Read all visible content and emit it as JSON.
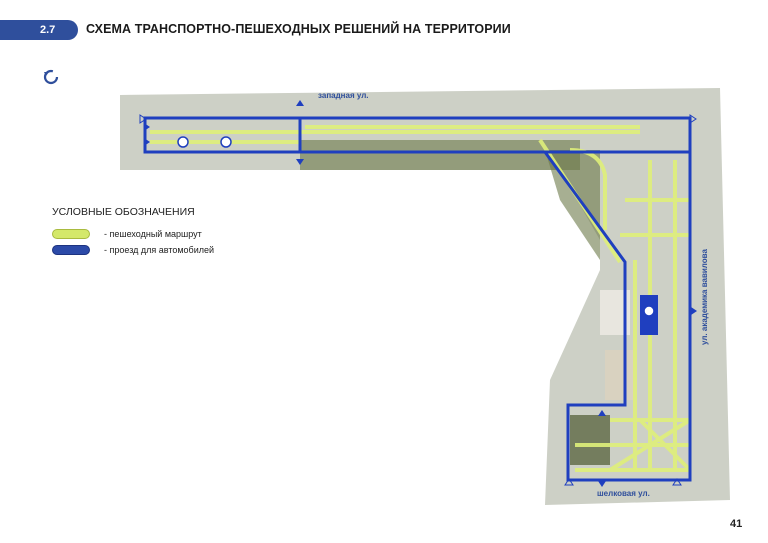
{
  "header": {
    "section_number": "2.7",
    "title": "СХЕМА ТРАНСПОРТНО-ПЕШЕХОДНЫХ РЕШЕНИЙ НА ТЕРРИТОРИИ"
  },
  "toolbar": {
    "refresh_icon": "refresh-icon"
  },
  "legend": {
    "title": "УСЛОВНЫЕ ОБОЗНАЧЕНИЯ",
    "items": [
      {
        "label": "- пешеходный маршрут",
        "color": "#d4e86a"
      },
      {
        "label": "- проезд для автомобилей",
        "color": "#2c4aa8"
      }
    ]
  },
  "map": {
    "streets": {
      "west": "западная ул.",
      "east": "ул. академика вавилова",
      "south": "шелковая ул."
    },
    "colors": {
      "road": "#1f3fbf",
      "pedestrian": "#dff07a",
      "background": "#c9cbc4",
      "vegetation": "#7e8b5a"
    }
  },
  "footer": {
    "page_number": "41"
  }
}
